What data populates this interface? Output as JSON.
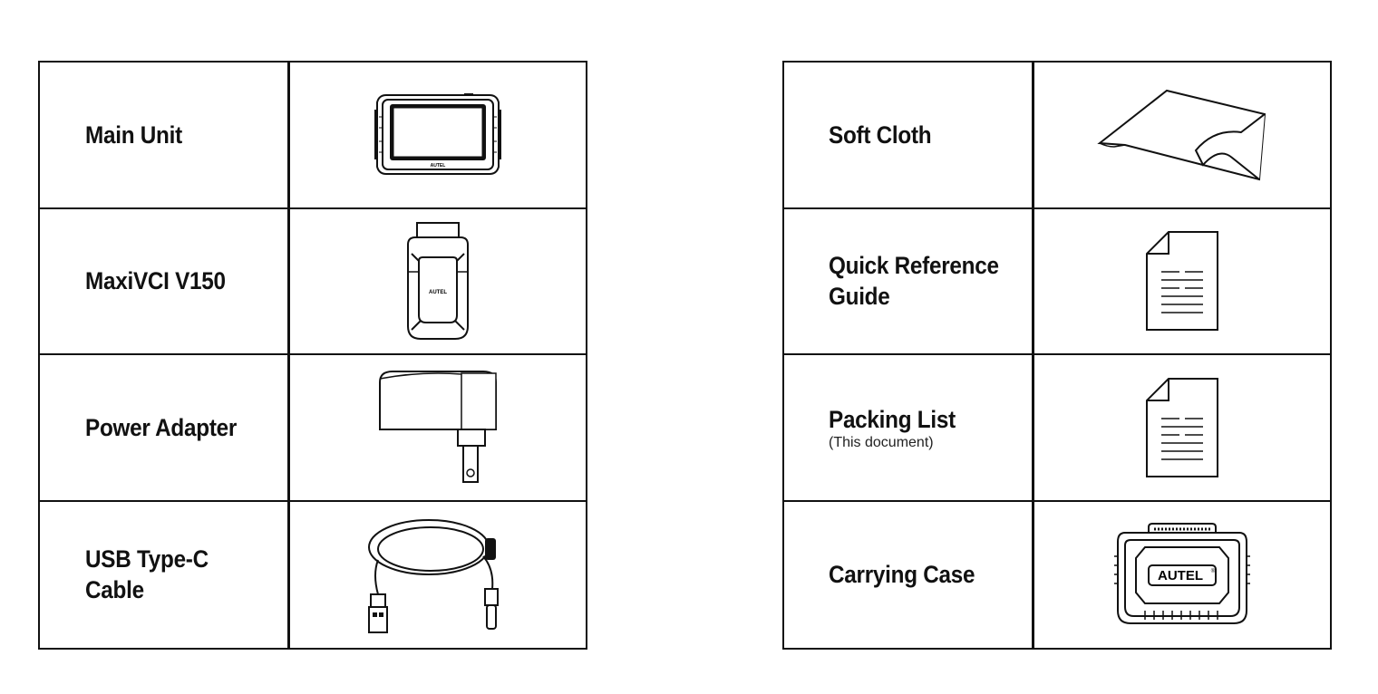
{
  "left_items": [
    {
      "line1": "Main Unit",
      "line2": "",
      "icon": "tablet-icon",
      "brand": "AUTEL"
    },
    {
      "line1": "MaxiVCI V150",
      "line2": "",
      "icon": "vci-adapter-icon",
      "brand": "AUTEL"
    },
    {
      "line1": "Power Adapter",
      "line2": "",
      "icon": "power-adapter-icon"
    },
    {
      "line1": "USB Type-C",
      "line2": "Cable",
      "icon": "usb-cable-icon"
    }
  ],
  "right_items": [
    {
      "line1": "Soft Cloth",
      "line2": "",
      "note": "",
      "icon": "cloth-icon"
    },
    {
      "line1": "Quick Reference",
      "line2": "Guide",
      "note": "",
      "icon": "document-icon"
    },
    {
      "line1": "Packing List",
      "line2": "",
      "note": "(This document)",
      "icon": "document-icon"
    },
    {
      "line1": "Carrying Case",
      "line2": "",
      "note": "",
      "icon": "carrying-case-icon",
      "brand": "AUTEL",
      "brand_mark": "®"
    }
  ]
}
